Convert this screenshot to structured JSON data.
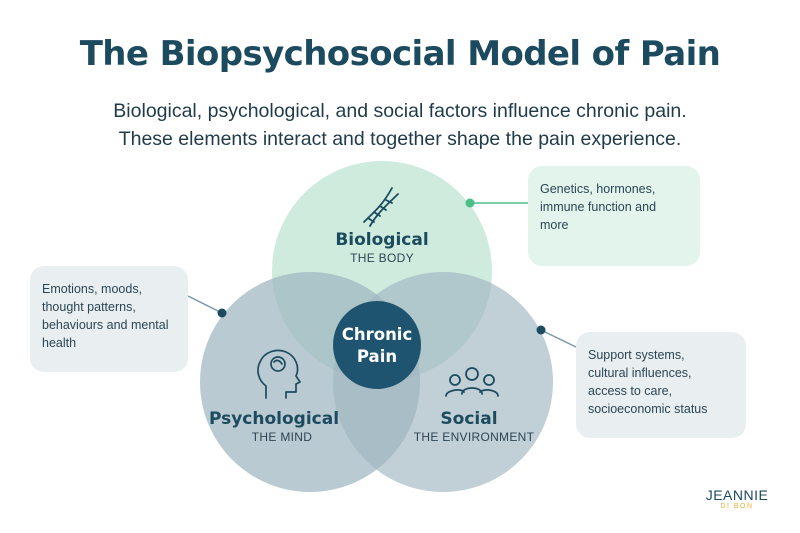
{
  "title": "The Biopsychosocial Model of Pain",
  "subtitle_line1": "Biological, psychological, and social factors influence chronic pain.",
  "subtitle_line2": "These elements interact and together shape the pain experience.",
  "circles": {
    "biological": {
      "label": "Biological",
      "sublabel": "THE BODY",
      "icon": "dna-icon",
      "color": "#c6e8d8"
    },
    "psychological": {
      "label": "Psychological",
      "sublabel": "THE MIND",
      "icon": "head-brain-icon",
      "color": "#b7c8d0"
    },
    "social": {
      "label": "Social",
      "sublabel": "THE ENVIRONMENT",
      "icon": "people-group-icon",
      "color": "#b7c8d0"
    }
  },
  "center": {
    "line1": "Chronic",
    "line2": "Pain",
    "color": "#1f5470"
  },
  "callouts": {
    "biological": [
      "Genetics, hormones,",
      "immune function and",
      "more"
    ],
    "psychological": [
      "Emotions, moods,",
      "thought patterns,",
      "behaviours and mental",
      "health"
    ],
    "social": [
      "Support systems,",
      "cultural influences,",
      "access to care,",
      "socioeconomic status"
    ]
  },
  "colors": {
    "title": "#1c4a5e",
    "dot_bio": "#4bbf8a",
    "dot_other": "#1c4a5e",
    "logo_accent": "#e8b23a"
  },
  "logo": {
    "main": "JEANNIE",
    "sub": "DI BON"
  }
}
